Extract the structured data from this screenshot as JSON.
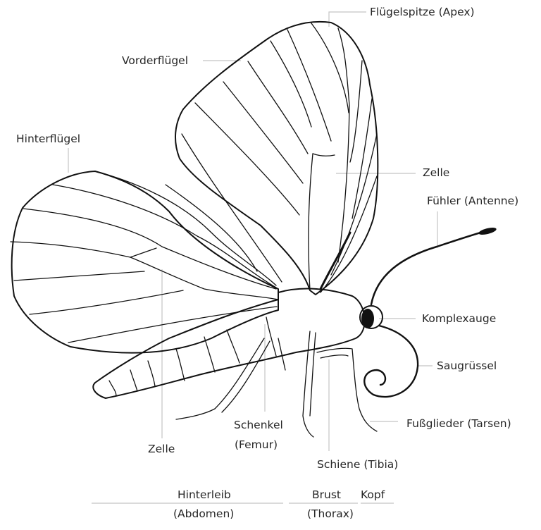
{
  "diagram": {
    "type": "labeled-anatomy-illustration",
    "subject": "butterfly (side view)",
    "colors": {
      "ink": "#111111",
      "label_text": "#262626",
      "leader_lines": "#c4c4c4",
      "background": "#ffffff"
    }
  },
  "labels": {
    "apex": "Flügelspitze (Apex)",
    "forewing": "Vorderflügel",
    "hindwing": "Hinterflügel",
    "forewing_cell": "Zelle",
    "antenna": "Fühler (Antenne)",
    "compound_eye": "Komplexauge",
    "proboscis": "Saugrüssel",
    "tarsi": "Fußglieder (Tarsen)",
    "tibia": "Schiene (Tibia)",
    "femur_line1": "Schenkel",
    "femur_line2": "(Femur)",
    "hindwing_cell": "Zelle"
  },
  "body_sections": {
    "abdomen_line1": "Hinterleib",
    "abdomen_line2": "(Abdomen)",
    "thorax_line1": "Brust",
    "thorax_line2": "(Thorax)",
    "head": "Kopf"
  }
}
